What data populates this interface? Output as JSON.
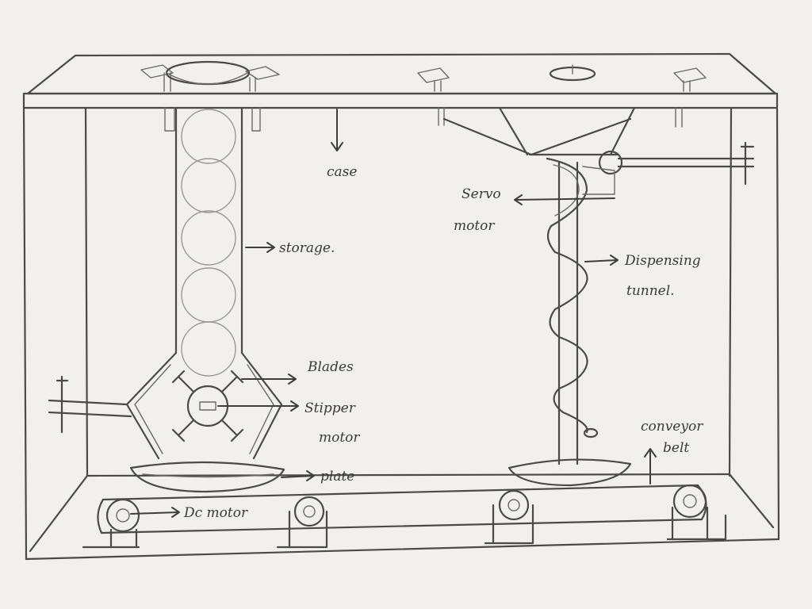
{
  "diagram": {
    "labels": {
      "case": "case",
      "storage": "storage.",
      "blades": "Blades",
      "stepper_motor_line1": "Stipper",
      "stepper_motor_line2": "motor",
      "plate": "plate",
      "dc_motor": "Dc motor",
      "servo_motor_line1": "Servo",
      "servo_motor_line2": "motor",
      "dispensing_tunnel_line1": "Dispensing",
      "dispensing_tunnel_line2": "tunnel.",
      "conveyor_belt_line1": "conveyor",
      "conveyor_belt_line2": "belt"
    },
    "stroke_color": "#4a4a48",
    "paper_color": "#f1f0ec"
  }
}
